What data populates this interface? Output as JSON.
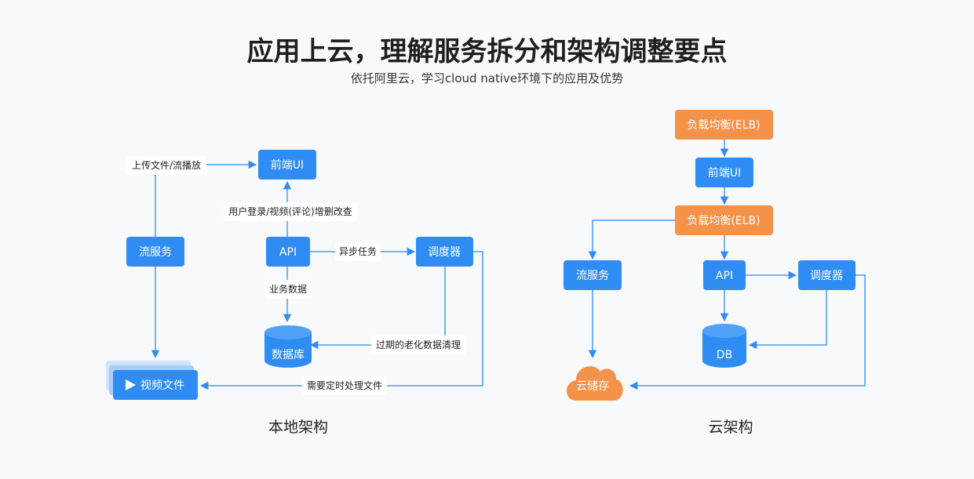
{
  "header": {
    "title": "应用上云，理解服务拆分和架构调整要点",
    "subtitle": "依托阿里云，学习cloud native环境下的应用及优势"
  },
  "local": {
    "caption": "本地架构",
    "frontend": "前端UI",
    "stream": "流服务",
    "api": "API",
    "scheduler": "调度器",
    "database": "数据库",
    "video": "视频文件",
    "label_upload": "上传文件/流播放",
    "label_user": "用户登录/视频(评论)增删改查",
    "label_async": "异步任务",
    "label_business": "业务数据",
    "label_cleanup": "过期的老化数据清理",
    "label_scheduled": "需要定时处理文件"
  },
  "cloud": {
    "caption": "云架构",
    "elb_top": "负载均衡(ELB)",
    "frontend": "前端UI",
    "elb_mid": "负载均衡(ELB)",
    "stream": "流服务",
    "api": "API",
    "scheduler": "调度器",
    "db": "DB",
    "storage": "云储存"
  },
  "colors": {
    "blue": "#2e8cf2",
    "orange": "#f5924a",
    "line": "#2e8cf2"
  }
}
